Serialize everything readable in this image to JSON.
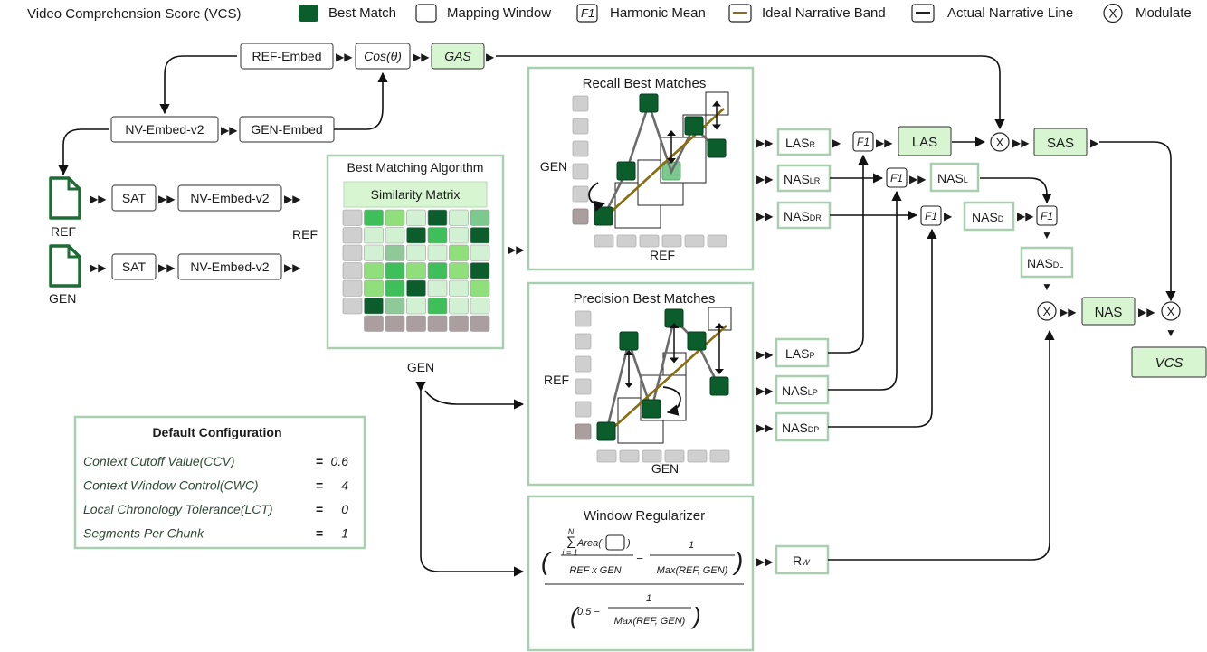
{
  "legend": {
    "title": "Video Comprehension Score (VCS)",
    "items": [
      {
        "label": "Best Match"
      },
      {
        "label": "Mapping Window"
      },
      {
        "label": "Harmonic Mean",
        "symbol": "F1"
      },
      {
        "label": "Ideal Narrative Band"
      },
      {
        "label": "Actual Narrative Line"
      },
      {
        "label": "Modulate",
        "symbol": "X"
      }
    ]
  },
  "inputs": {
    "ref": "REF",
    "gen": "GEN",
    "sat": "SAT",
    "nv_embed": "NV-Embed-v2",
    "ref_embed": "REF-Embed",
    "gen_embed": "GEN-Embed",
    "cos": "Cos(θ)",
    "gas": "GAS"
  },
  "matching": {
    "title": "Best Matching Algorithm",
    "matrix": "Similarity Matrix",
    "axis_ref": "REF",
    "axis_gen": "GEN"
  },
  "recall": {
    "title": "Recall Best Matches",
    "y": "GEN",
    "x": "REF"
  },
  "precision": {
    "title": "Precision Best Matches",
    "y": "REF",
    "x": "GEN"
  },
  "regularizer": {
    "title": "Window Regularizer",
    "sum_top": "N",
    "sum_bottom": "i = 1",
    "area": "Area(",
    "area_close": ")",
    "frac1_den": "REF x GEN",
    "minus": "−",
    "one": "1",
    "max": "Max(REF, GEN)",
    "half": "0.5 −"
  },
  "metrics": {
    "las_r": "LAS",
    "las_r_sub": "R",
    "nas_lr": "NAS",
    "nas_lr_sub": "LR",
    "nas_dr": "NAS",
    "nas_dr_sub": "DR",
    "las_p": "LAS",
    "las_p_sub": "P",
    "nas_lp": "NAS",
    "nas_lp_sub": "LP",
    "nas_dp": "NAS",
    "nas_dp_sub": "DP",
    "rw": "R",
    "rw_sub": "W",
    "las": "LAS",
    "nas_l": "NAS",
    "nas_l_sub": "L",
    "nas_d": "NAS",
    "nas_d_sub": "D",
    "nas_dl": "NAS",
    "nas_dl_sub": "DL",
    "nas": "NAS",
    "sas": "SAS",
    "vcs": "VCS",
    "f1": "F1",
    "x": "X"
  },
  "config": {
    "title": "Default Configuration",
    "rows": [
      {
        "name": "Context Cutoff Value(CCV)",
        "eq": "=",
        "value": "0.6"
      },
      {
        "name": "Context Window Control(CWC)",
        "eq": "=",
        "value": "4"
      },
      {
        "name": "Local Chronology Tolerance(LCT)",
        "eq": "=",
        "value": "0"
      },
      {
        "name": "Segments Per Chunk",
        "eq": "=",
        "value": "1"
      }
    ]
  },
  "colors": {
    "dark_green": "#0b5d2c",
    "light_green": "#d6f5d0",
    "panel_border": "#a9cfb0",
    "band": "#8a6d10",
    "gray": "#aa9e9e"
  }
}
